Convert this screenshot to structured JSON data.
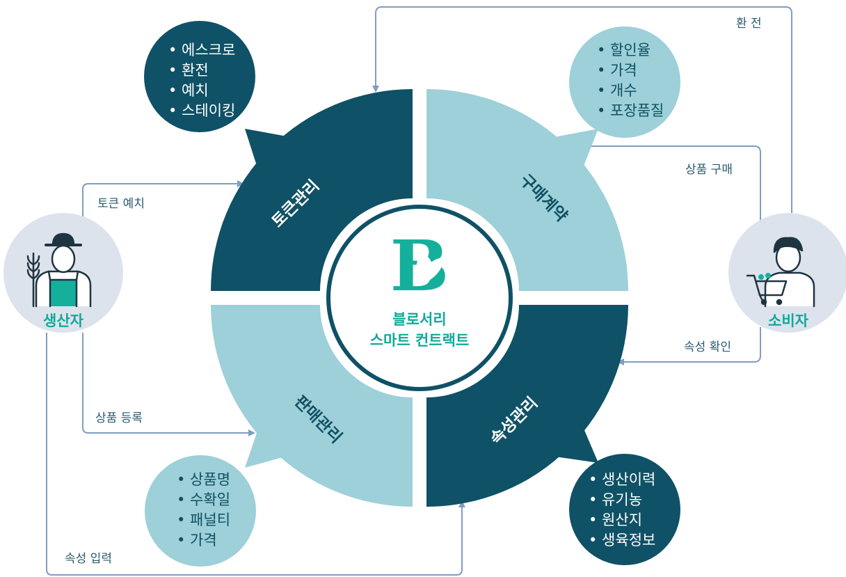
{
  "colors": {
    "dark": "#0f5166",
    "light": "#9dd0d8",
    "teal": "#14b09c",
    "arrow": "#7e9dc0",
    "actor_bg": "#dde3ec"
  },
  "center": {
    "logo_letter": "B",
    "line1": "블로서리",
    "line2": "스마트 컨트랙트"
  },
  "quadrants": {
    "token": "토큰관리",
    "purchase": "구매계약",
    "sales": "판매관리",
    "attribute": "속성관리"
  },
  "bubbles": {
    "token": [
      "• 에스크로",
      "• 환전",
      "• 예치",
      "• 스테이킹"
    ],
    "purchase": [
      "• 할인율",
      "• 가격",
      "• 개수",
      "• 포장품질"
    ],
    "sales": [
      "• 상품명",
      "• 수확일",
      "• 패널티",
      "• 가격"
    ],
    "attribute": [
      "• 생산이력",
      "• 유기농",
      "• 원산지",
      "• 생육정보"
    ]
  },
  "actors": {
    "producer": "생산자",
    "consumer": "소비자"
  },
  "flows": {
    "exchange": "환  전",
    "token_deposit": "토큰 예치",
    "product_purchase": "상품 구매",
    "attribute_check": "속성 확인",
    "product_register": "상품 등록",
    "attribute_input": "속성 입력"
  }
}
